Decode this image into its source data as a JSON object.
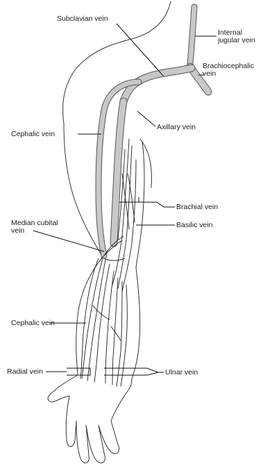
{
  "colors": {
    "vein_fill": "#c8c8c8",
    "vein_edge": "#555555",
    "outline": "#333333"
  },
  "labels": {
    "subclavian_vein": "Subclavian vein",
    "internal_jugular_vein_line1": "Internal",
    "internal_jugular_vein_line2": "jugular vein",
    "brachiocephalic_vein_line1": "Brachiocephalic",
    "brachiocephalic_vein_line2": "vein",
    "axillary_vein": "Axillary vein",
    "cephalic_vein_upper": "Cephalic vein",
    "brachial_vein": "Brachial vein",
    "basilic_vein": "Basilic vein",
    "median_cubital_vein_line1": "Median cubital",
    "median_cubital_vein_line2": "vein",
    "cephalic_vein_lower": "Cephalic vein",
    "radial_vein": "Radial vein",
    "ulnar_vein": "Ulnar vein"
  }
}
